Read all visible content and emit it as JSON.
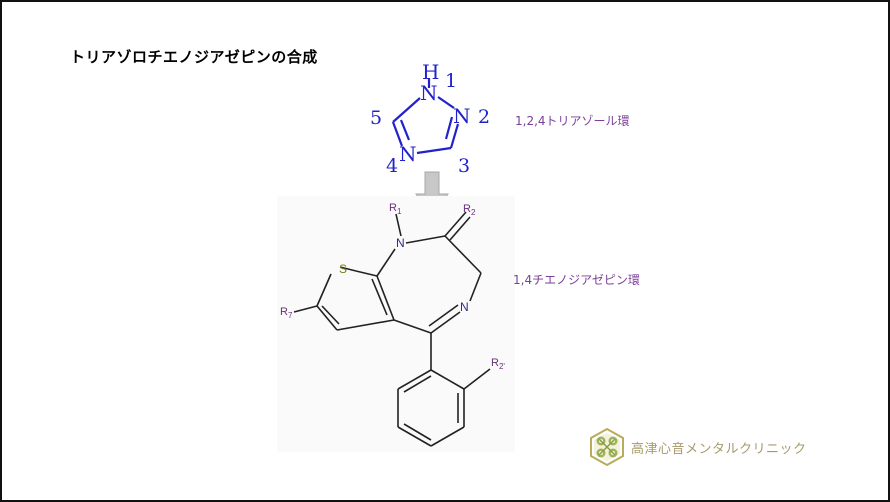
{
  "title": "トリアゾロチエノジアゼピンの合成",
  "triazole": {
    "label": "1,2,4トリアゾール環",
    "atoms": {
      "H": "H",
      "N1": "N",
      "N2": "N",
      "N4": "N"
    },
    "numbers": {
      "n1": "1",
      "n2": "2",
      "n3": "3",
      "n4": "4",
      "n5": "5"
    }
  },
  "thienodiazepine": {
    "label": "1,4チエノジアゼピン環",
    "atoms": {
      "S": "S",
      "N1": "N",
      "N4": "N"
    },
    "substituents": {
      "R1": "R",
      "R1_sub": "1",
      "R2": "R",
      "R2_sub": "2",
      "R7": "R",
      "R7_sub": "7",
      "R2p": "R",
      "R2p_sub": "2'"
    }
  },
  "logo": {
    "name": "高津心音メンタルクリニック",
    "icon": "clover-hexagon-icon"
  },
  "colors": {
    "triazole": "#2222cc",
    "label": "#7b3f99",
    "substituent": "#6b2f7a",
    "arrow": "#c0c0c0",
    "logo": "#a79b6a"
  }
}
